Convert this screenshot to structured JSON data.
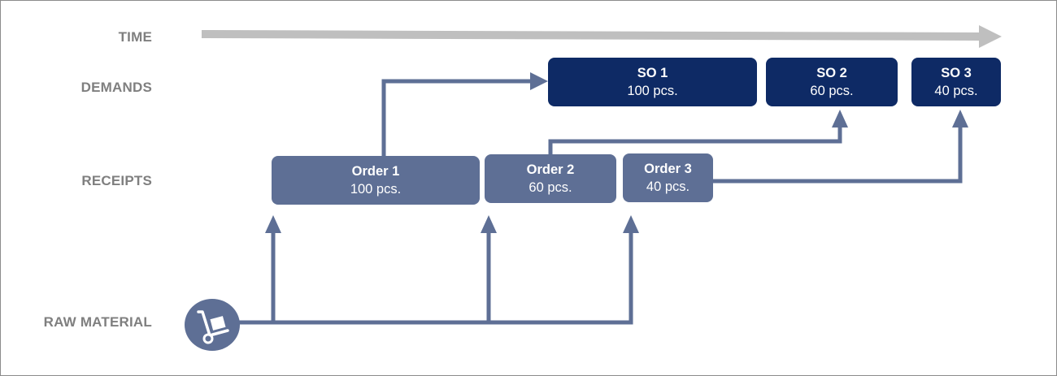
{
  "labels": {
    "time": "TIME",
    "demands": "DEMANDS",
    "receipts": "RECEIPTS",
    "raw_material": "RAW MATERIAL"
  },
  "demands": [
    {
      "title": "SO 1",
      "qty": "100 pcs."
    },
    {
      "title": "SO 2",
      "qty": "60 pcs."
    },
    {
      "title": "SO 3",
      "qty": "40 pcs."
    }
  ],
  "receipts": [
    {
      "title": "Order 1",
      "qty": "100 pcs."
    },
    {
      "title": "Order 2",
      "qty": "60 pcs."
    },
    {
      "title": "Order 3",
      "qty": "40 pcs."
    }
  ],
  "icons": {
    "raw_material": "hand-truck-icon",
    "time_arrow": "arrow-right-icon"
  },
  "colors": {
    "demand_box": "#0e2a65",
    "receipt_box": "#5e6f95",
    "flow_line": "#5e6f95",
    "time_arrow": "#bfbfbf",
    "label_text": "#7f7f7f"
  }
}
